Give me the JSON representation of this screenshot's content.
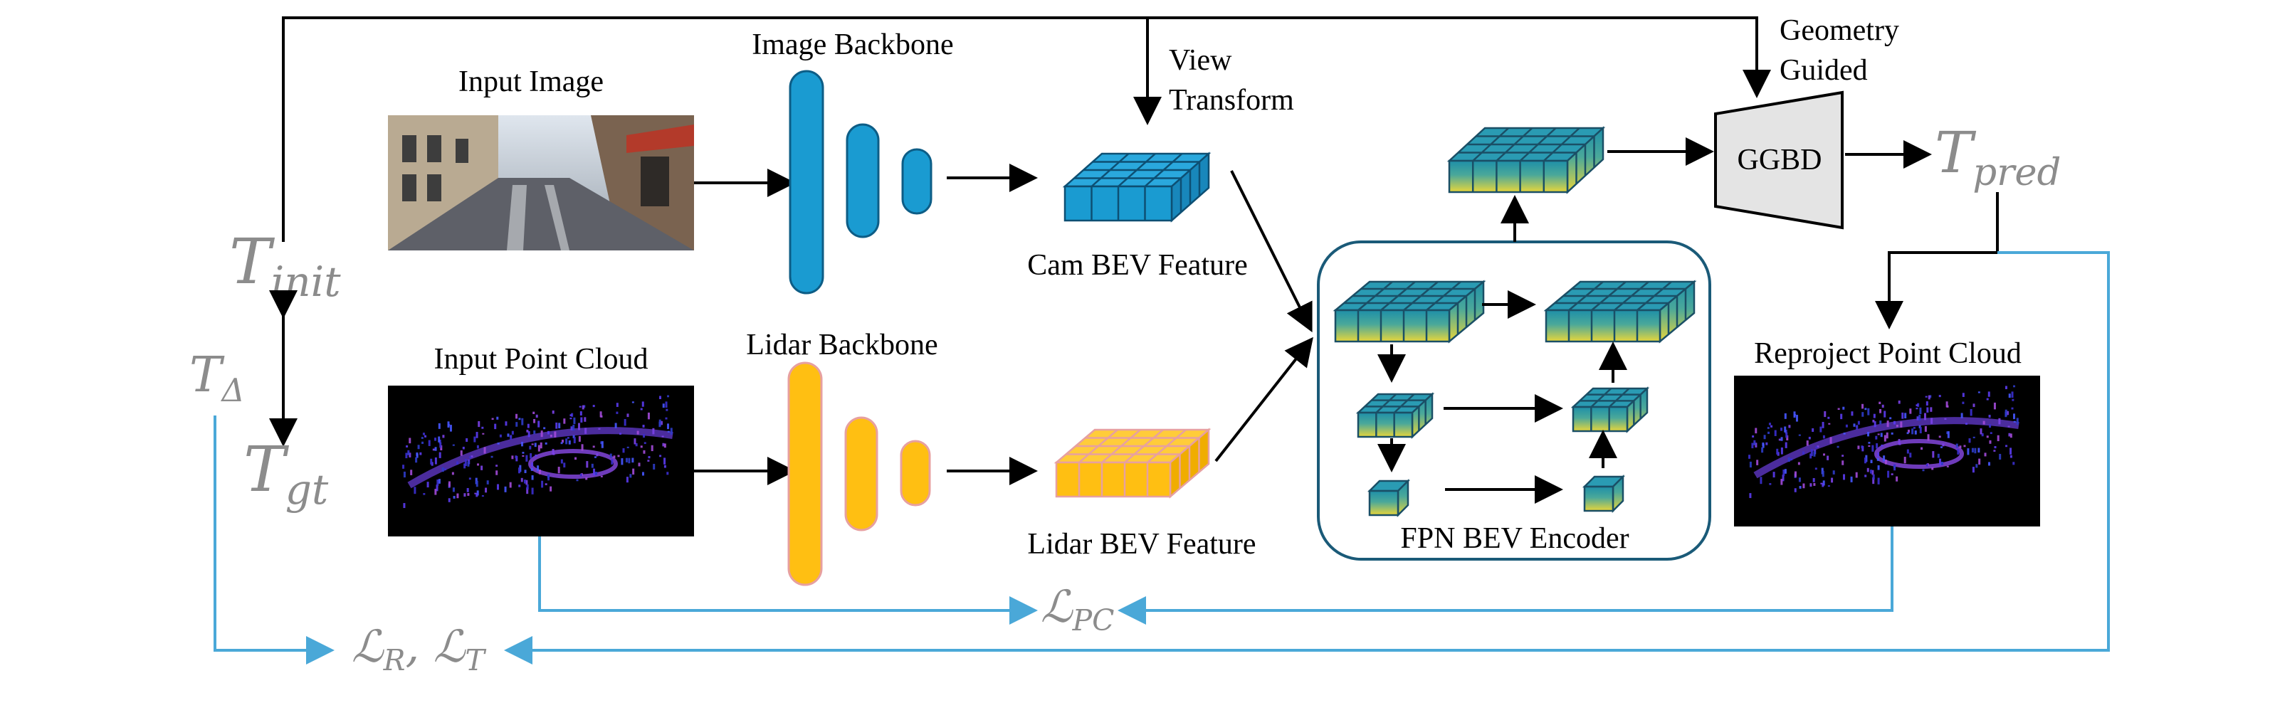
{
  "labels": {
    "input_image": "Input Image",
    "image_backbone": "Image Backbone",
    "view_transform_line1": "View",
    "view_transform_line2": "Transform",
    "geometry_guided_line1": "Geometry",
    "geometry_guided_line2": "Guided",
    "ggbd": "GGBD",
    "cam_bev_feature": "Cam BEV Feature",
    "input_point_cloud": "Input Point Cloud",
    "lidar_backbone": "Lidar Backbone",
    "lidar_bev_feature": "Lidar BEV Feature",
    "fpn_bev_encoder": "FPN BEV Encoder",
    "reproject_point_cloud": "Reproject Point Cloud"
  },
  "math": {
    "t_init_base": "T",
    "t_init_sub": "init",
    "t_delta_base": "T",
    "t_delta_sub": "Δ",
    "t_gt_base": "T",
    "t_gt_sub": "gt",
    "t_pred_base": "T",
    "t_pred_sub": "pred",
    "l_pc_base": "ℒ",
    "l_pc_sub": "PC",
    "l_rt_l1": "ℒ",
    "l_rt_s1": "R",
    "l_rt_comma": ", ",
    "l_rt_l2": "ℒ",
    "l_rt_s2": "T"
  },
  "colors": {
    "camera_blue": "#1a9bd1",
    "camera_blue_edge": "#0d5d86",
    "lidar_yellow": "#ffbf12",
    "lidar_edge": "#e7a0a0",
    "loss_line": "#4aa8d8",
    "encoder_border": "#1a5a78",
    "ggbd_fill": "#e4e4e4",
    "math_gray": "#8c8c8c"
  }
}
